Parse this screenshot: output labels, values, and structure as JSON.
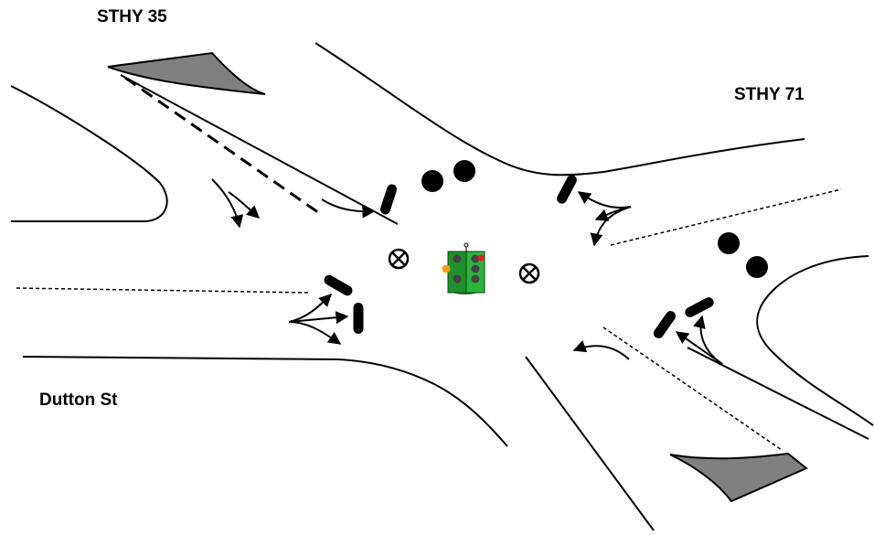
{
  "labels": {
    "road_north": "STHY 35",
    "road_east": "STHY 71",
    "road_west": "Dutton St"
  },
  "colors": {
    "line": "#000000",
    "island_fill": "#808080",
    "signal_body": "#1e8f2c",
    "signal_red": "#e02020",
    "signal_amber": "#f0a020"
  },
  "icons": {
    "control_point": "circled-x-icon",
    "traffic_signal": "traffic-signal-icon",
    "vehicle": "vehicle-icon",
    "pedestrian_marker": "filled-circle-icon"
  }
}
